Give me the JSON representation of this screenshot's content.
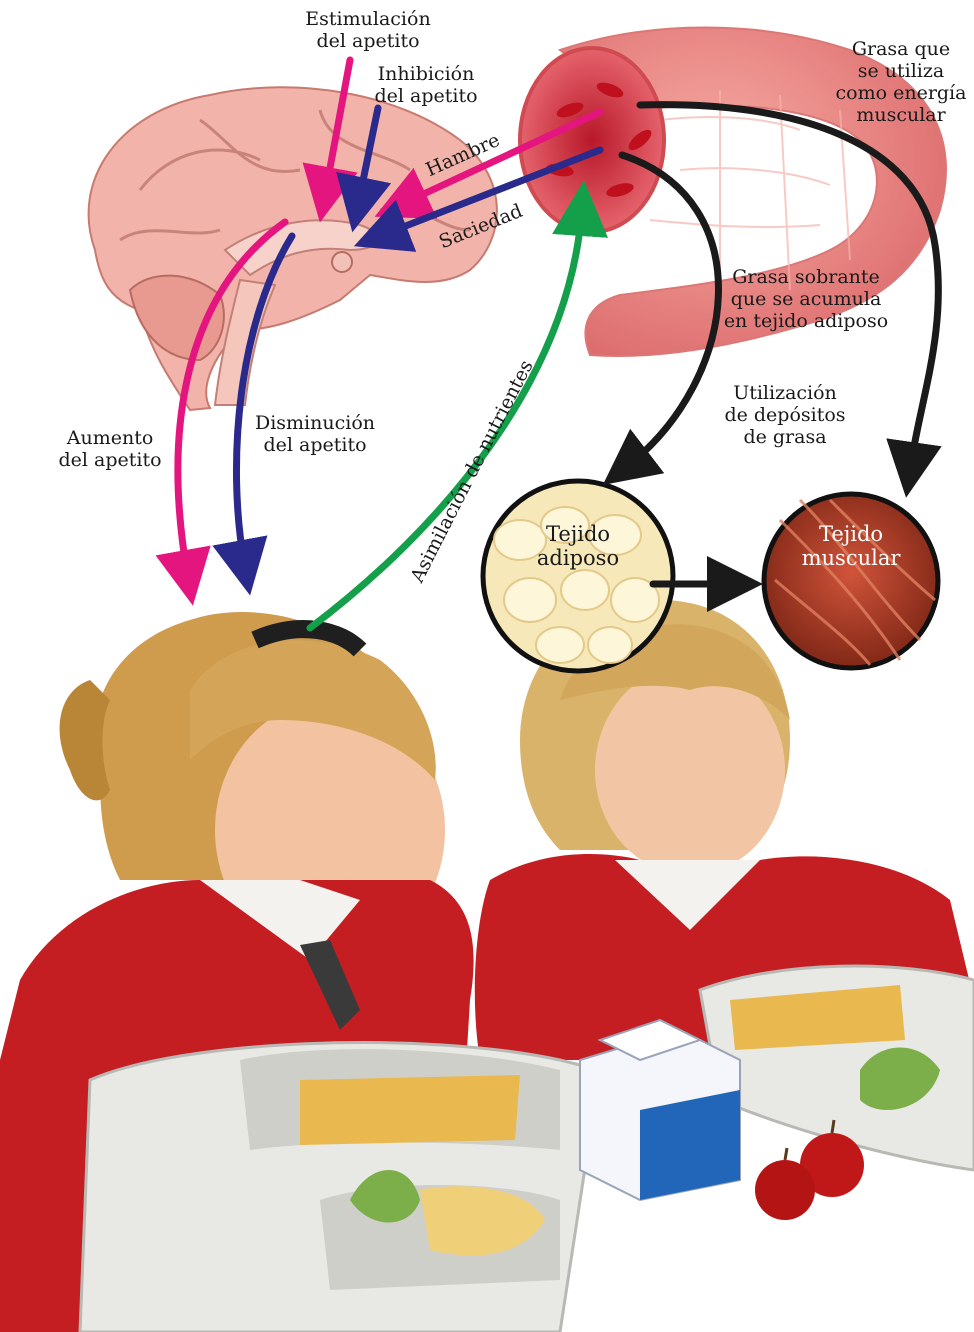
{
  "brain": {
    "estimulacion": [
      "Estimulación",
      "del apetito"
    ],
    "inhibicion": [
      "Inhibición",
      "del apetito"
    ],
    "hambre": "Hambre",
    "saciedad": "Saciedad"
  },
  "vessel": {
    "grasa_energia": [
      "Grasa que",
      "se utiliza",
      "como energía",
      "muscular"
    ],
    "grasa_sobrante": [
      "Grasa sobrante",
      "que se acumula",
      "en tejido adiposo"
    ],
    "utilizacion": [
      "Utilización",
      "de depósitos",
      "de grasa"
    ]
  },
  "paths": {
    "aumento": [
      "Aumento",
      "del apetito"
    ],
    "disminucion": [
      "Disminución",
      "del apetito"
    ],
    "asimilacion": "Asimilación de nutrientes"
  },
  "tissues": {
    "adiposo": [
      "Tejido",
      "adiposo"
    ],
    "muscular": [
      "Tejido",
      "muscular"
    ]
  },
  "colors": {
    "magenta_arrow": "#e5157f",
    "navy_arrow": "#2a2a8c",
    "green_arrow": "#14a04a",
    "black_arrow": "#1a1a1a",
    "brain_pink": "#f2b4aa",
    "vessel_red": "#e8706e",
    "muscle_red": "#a2341e",
    "adipose_cream": "#f6e8b8",
    "sweater_red": "#c41e22"
  }
}
